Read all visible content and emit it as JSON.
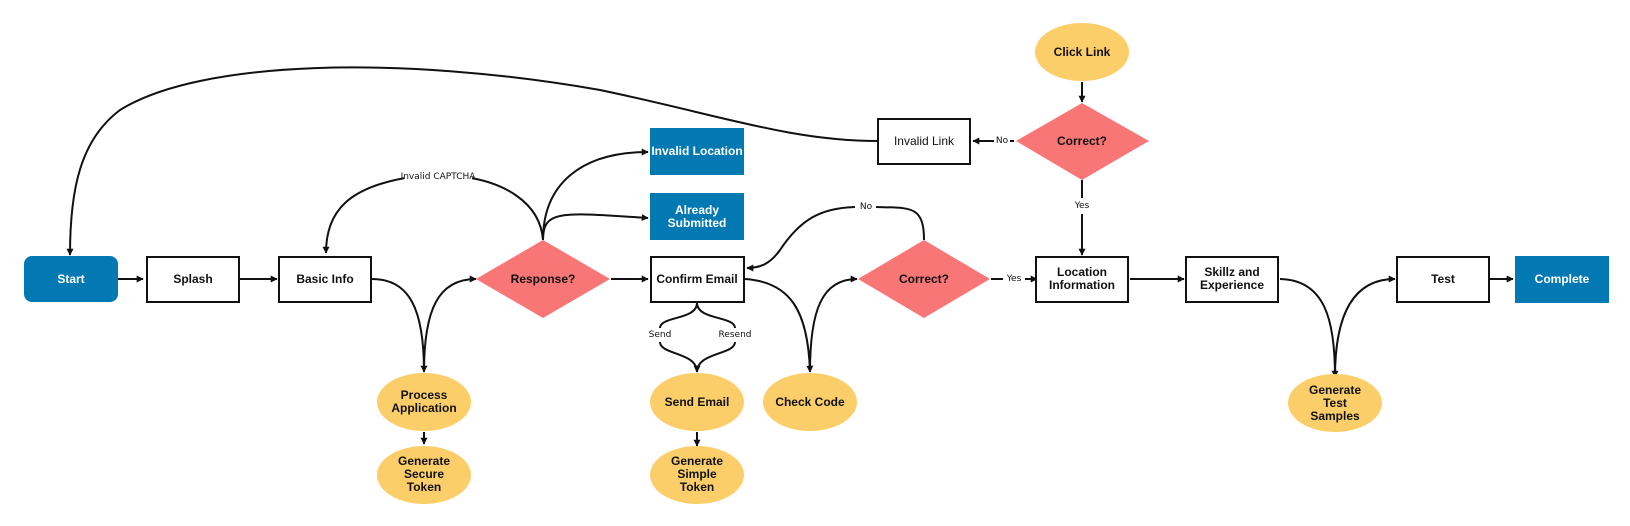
{
  "colors": {
    "terminal": "#0379b4",
    "process_fill": "#ffffff",
    "process_stroke": "#111111",
    "decision": "#f87676",
    "action": "#fcce6a",
    "edge": "#111111",
    "text_dark": "#111111",
    "text_light": "#ffffff"
  },
  "nodes": [
    {
      "id": "start",
      "type": "terminal-rounded",
      "label": [
        "Start"
      ]
    },
    {
      "id": "splash",
      "type": "process",
      "label": [
        "Splash"
      ]
    },
    {
      "id": "basic_info",
      "type": "process",
      "label": [
        "Basic Info"
      ]
    },
    {
      "id": "response",
      "type": "decision",
      "label": [
        "Response?"
      ]
    },
    {
      "id": "invalid_location",
      "type": "terminal",
      "label": [
        "Invalid Location"
      ]
    },
    {
      "id": "already_submitted",
      "type": "terminal",
      "label": [
        "Already",
        "Submitted"
      ]
    },
    {
      "id": "confirm_email",
      "type": "process",
      "label": [
        "Confirm Email"
      ]
    },
    {
      "id": "correct_code",
      "type": "decision",
      "label": [
        "Correct?"
      ]
    },
    {
      "id": "click_link",
      "type": "action",
      "label": [
        "Click Link"
      ]
    },
    {
      "id": "correct_link",
      "type": "decision",
      "label": [
        "Correct?"
      ]
    },
    {
      "id": "invalid_link",
      "type": "process-light",
      "label": [
        "Invalid Link"
      ]
    },
    {
      "id": "location_info",
      "type": "process",
      "label": [
        "Location",
        "Information"
      ]
    },
    {
      "id": "skillz",
      "type": "process",
      "label": [
        "Skillz and",
        "Experience"
      ]
    },
    {
      "id": "test",
      "type": "process",
      "label": [
        "Test"
      ]
    },
    {
      "id": "complete",
      "type": "terminal",
      "label": [
        "Complete"
      ]
    },
    {
      "id": "process_application",
      "type": "action",
      "label": [
        "Process",
        "Application"
      ]
    },
    {
      "id": "generate_secure_token",
      "type": "action",
      "label": [
        "Generate",
        "Secure",
        "Token"
      ]
    },
    {
      "id": "send_email",
      "type": "action",
      "label": [
        "Send Email"
      ]
    },
    {
      "id": "generate_simple_token",
      "type": "action",
      "label": [
        "Generate",
        "Simple",
        "Token"
      ]
    },
    {
      "id": "check_code",
      "type": "action",
      "label": [
        "Check Code"
      ]
    },
    {
      "id": "generate_test_samples",
      "type": "action",
      "label": [
        "Generate",
        "Test",
        "Samples"
      ]
    }
  ],
  "edges": [
    {
      "from": "start",
      "to": "splash",
      "label": ""
    },
    {
      "from": "splash",
      "to": "basic_info",
      "label": ""
    },
    {
      "from": "basic_info",
      "to": "process_application",
      "label": ""
    },
    {
      "from": "process_application",
      "to": "response",
      "label": ""
    },
    {
      "from": "process_application",
      "to": "generate_secure_token",
      "label": ""
    },
    {
      "from": "response",
      "to": "basic_info",
      "label": "Invalid CAPTCHA"
    },
    {
      "from": "response",
      "to": "invalid_location",
      "label": ""
    },
    {
      "from": "response",
      "to": "already_submitted",
      "label": ""
    },
    {
      "from": "response",
      "to": "confirm_email",
      "label": ""
    },
    {
      "from": "confirm_email",
      "to": "send_email",
      "label": "Send"
    },
    {
      "from": "confirm_email",
      "to": "send_email",
      "label": "Resend"
    },
    {
      "from": "send_email",
      "to": "generate_simple_token",
      "label": ""
    },
    {
      "from": "confirm_email",
      "to": "check_code",
      "label": ""
    },
    {
      "from": "check_code",
      "to": "correct_code",
      "label": ""
    },
    {
      "from": "correct_code",
      "to": "confirm_email",
      "label": "No"
    },
    {
      "from": "correct_code",
      "to": "location_info",
      "label": "Yes"
    },
    {
      "from": "click_link",
      "to": "correct_link",
      "label": ""
    },
    {
      "from": "correct_link",
      "to": "invalid_link",
      "label": "No"
    },
    {
      "from": "correct_link",
      "to": "location_info",
      "label": "Yes"
    },
    {
      "from": "invalid_link",
      "to": "start",
      "label": ""
    },
    {
      "from": "location_info",
      "to": "skillz",
      "label": ""
    },
    {
      "from": "skillz",
      "to": "generate_test_samples",
      "label": ""
    },
    {
      "from": "generate_test_samples",
      "to": "test",
      "label": ""
    },
    {
      "from": "test",
      "to": "complete",
      "label": ""
    }
  ]
}
